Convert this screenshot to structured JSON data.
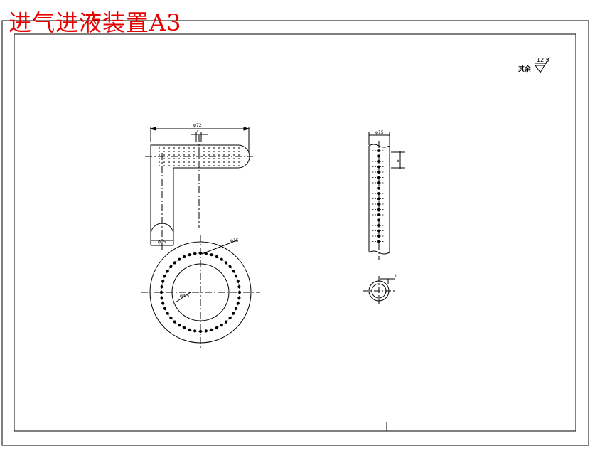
{
  "title": "进气进液装置A3",
  "colors": {
    "title": "#e60000",
    "line": "#000000",
    "background": "#ffffff"
  },
  "roughness": {
    "label": "其余",
    "value": "12.5"
  },
  "dims": {
    "top_width": "φ72",
    "hole_pitch": "4",
    "pipe_dia": "φ15",
    "hole_dia": "φ15",
    "ring_hole": "φ4.5",
    "side_width": "φ15",
    "side_pitch": "5",
    "small_t": "t"
  }
}
